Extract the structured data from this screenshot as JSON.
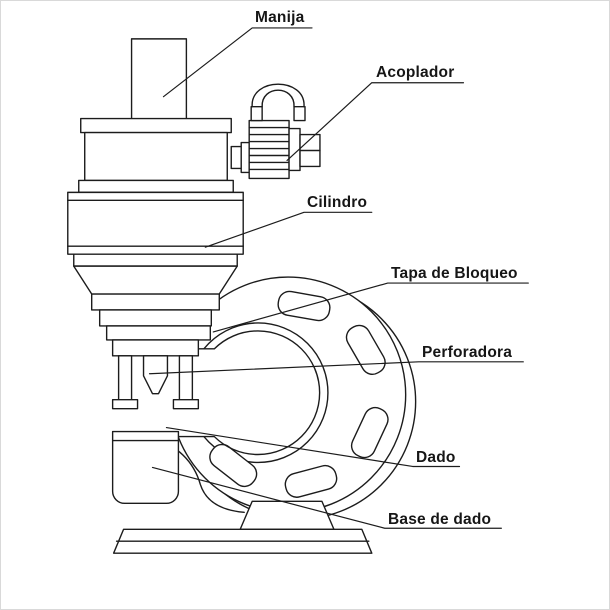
{
  "figure": {
    "type": "technical-line-diagram",
    "subject": "hydraulic hole punch tool",
    "background_color": "#ffffff",
    "line_color": "#1c1c1c",
    "border_color": "#d9d9d9",
    "label_color": "#161616"
  },
  "labels": {
    "manija": "Manija",
    "acoplador": "Acoplador",
    "cilindro": "Cilindro",
    "tapa_de_bloqueo": "Tapa de Bloqueo",
    "perforadora": "Perforadora",
    "dado": "Dado",
    "base_de_dado": "Base de dado"
  }
}
